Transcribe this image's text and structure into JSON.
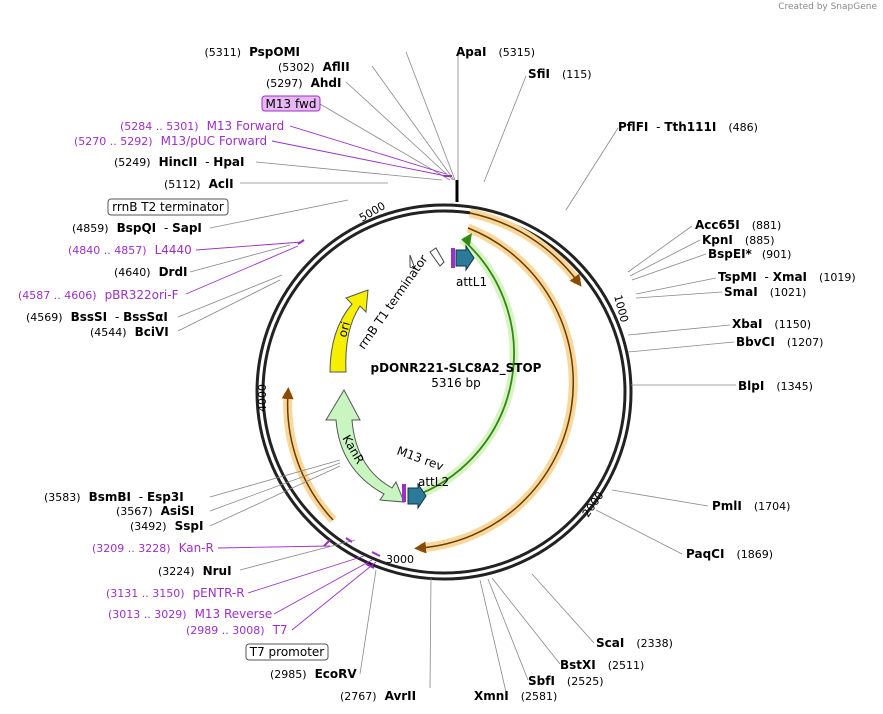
{
  "credit": "Created by SnapGene",
  "plasmid": {
    "name": "pDONR221-SLC8A2_STOP",
    "length": "5316 bp"
  },
  "ticks": [
    "1000",
    "2000",
    "3000",
    "4000",
    "5000"
  ],
  "colors": {
    "primer": "#9b30c8",
    "orf_arrow": "#f5a623",
    "green_arrow": "#2e8b10",
    "ori": "#f6f000",
    "kanR": "#c8f5c0",
    "att": "#2b7a99"
  },
  "enzymes_left": [
    {
      "pos": "(5311)",
      "name": "PspOMI"
    },
    {
      "pos": "(5302)",
      "name": "AflII"
    },
    {
      "pos": "(5297)",
      "name": "AhdI"
    },
    {
      "pos": "(5249)",
      "name": "HincII",
      "name2": "HpaI"
    },
    {
      "pos": "(5112)",
      "name": "AclI"
    },
    {
      "pos": "(4859)",
      "name": "BspQI",
      "name2": "SapI"
    },
    {
      "pos": "(4640)",
      "name": "DrdI"
    },
    {
      "pos": "(4569)",
      "name": "BssSI",
      "name2": "BssSαI"
    },
    {
      "pos": "(4544)",
      "name": "BciVI"
    },
    {
      "pos": "(3583)",
      "name": "BsmBI",
      "name2": "Esp3I"
    },
    {
      "pos": "(3567)",
      "name": "AsiSI"
    },
    {
      "pos": "(3492)",
      "name": "SspI"
    },
    {
      "pos": "(3224)",
      "name": "NruI"
    },
    {
      "pos": "(2985)",
      "name": "EcoRV"
    },
    {
      "pos": "(2767)",
      "name": "AvrII"
    }
  ],
  "enzymes_right": [
    {
      "name": "ApaI",
      "pos": "(5315)"
    },
    {
      "name": "SfiI",
      "pos": "(115)"
    },
    {
      "name": "PflFI",
      "name2": "Tth111I",
      "pos": "(486)"
    },
    {
      "name": "Acc65I",
      "pos": "(881)"
    },
    {
      "name": "KpnI",
      "pos": "(885)"
    },
    {
      "name": "BspEI",
      "star": "*",
      "pos": "(901)"
    },
    {
      "name": "TspMI",
      "name2": "XmaI",
      "pos": "(1019)"
    },
    {
      "name": "SmaI",
      "pos": "(1021)"
    },
    {
      "name": "XbaI",
      "pos": "(1150)"
    },
    {
      "name": "BbvCI",
      "pos": "(1207)"
    },
    {
      "name": "BlpI",
      "pos": "(1345)"
    },
    {
      "name": "PmlI",
      "pos": "(1704)"
    },
    {
      "name": "PaqCI",
      "pos": "(1869)"
    },
    {
      "name": "ScaI",
      "pos": "(2338)"
    },
    {
      "name": "BstXI",
      "pos": "(2511)"
    },
    {
      "name": "SbfI",
      "pos": "(2525)"
    },
    {
      "name": "XmnI",
      "pos": "(2581)"
    }
  ],
  "primers": [
    {
      "range": "(5284 .. 5301)",
      "name": "M13 Forward"
    },
    {
      "range": "(5270 .. 5292)",
      "name": "M13/pUC Forward"
    },
    {
      "range": "(4840 .. 4857)",
      "name": "L4440"
    },
    {
      "range": "(4587 .. 4606)",
      "name": "pBR322ori-F"
    },
    {
      "range": "(3209 .. 3228)",
      "name": "Kan-R"
    },
    {
      "range": "(3131 .. 3150)",
      "name": "pENTR-R"
    },
    {
      "range": "(3013 .. 3029)",
      "name": "M13 Reverse"
    },
    {
      "range": "(2989 .. 3008)",
      "name": "T7"
    }
  ],
  "boxed_features": {
    "m13fwd": "M13 fwd",
    "rrnb_t2": "rrnB T2 terminator",
    "t7_promoter": "T7 promoter"
  },
  "inner_features": {
    "attl1": "attL1",
    "rrnb_t1": "rrnB T1 terminator",
    "ori": "ori",
    "kanr": "KanR",
    "m13rev": "M13 rev",
    "attl2": "attL2"
  }
}
